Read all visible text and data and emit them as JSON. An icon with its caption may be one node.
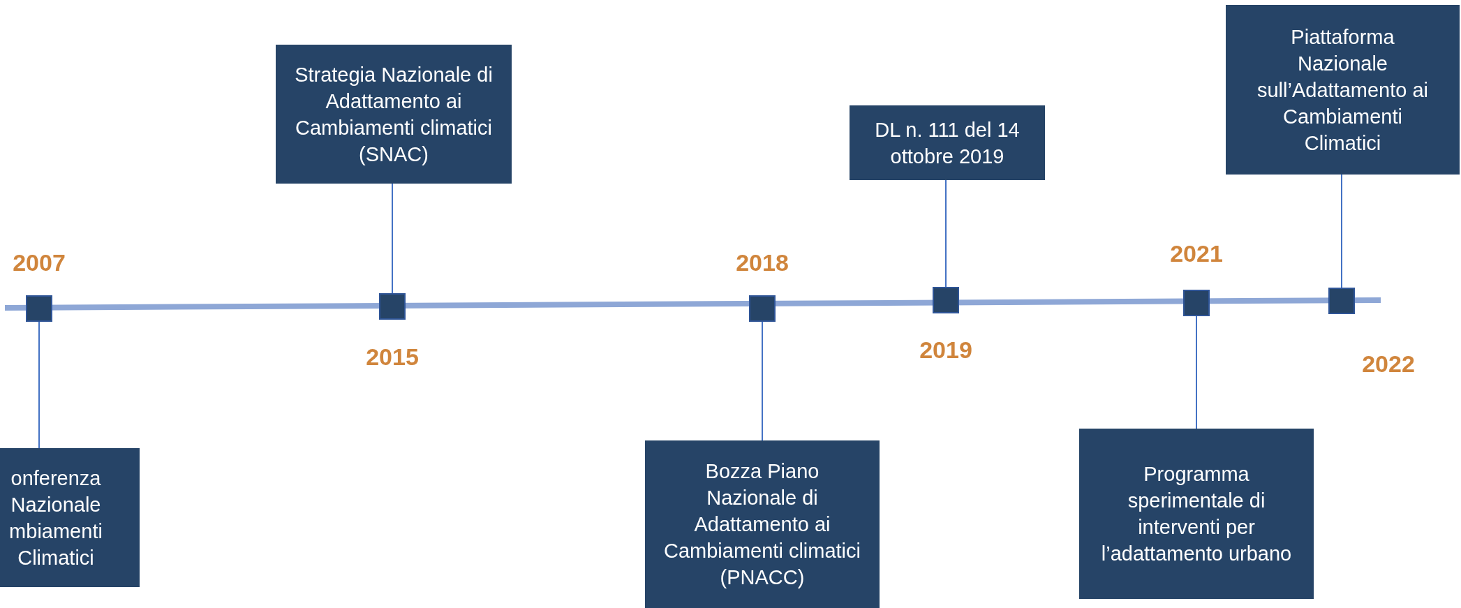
{
  "diagram": {
    "nodes": [
      {
        "text": [],
        "shape": "box",
        "beside": [
          "2007"
        ]
      },
      {
        "text": [
          "onferenza Nazionale mbiamenti Climatici"
        ]
      },
      {
        "text": [],
        "shape": "box",
        "beside": [
          "2015"
        ]
      },
      {
        "text": [
          "Strategia Nazionale di Adattamento ai Cambiamenti climatici (SNAC)"
        ]
      },
      {
        "text": [],
        "shape": "box",
        "beside": [
          "2018"
        ]
      },
      {
        "text": [
          "Bozza Piano Nazionale di Adattamento ai Cambiamenti climatici (PNACC)"
        ]
      },
      {
        "text": [],
        "shape": "box",
        "beside": [
          "2019"
        ]
      },
      {
        "text": [
          "DL n. 111 del 14 ottobre 2019"
        ]
      },
      {
        "text": [],
        "shape": "box",
        "beside": [
          "2021"
        ]
      },
      {
        "text": [
          "Programma sperimentale di interventi per l’adattamento urbano"
        ]
      },
      {
        "text": [],
        "shape": "box",
        "beside": [
          "2022"
        ]
      },
      {
        "text": [
          "Piattaforma Nazionale sull’Adattamento ai Cambiamenti Climatici"
        ]
      }
    ],
    "edges": [
      {
        "from": 1,
        "to": 0,
        "arrow": "none"
      },
      {
        "from": 3,
        "to": 2,
        "arrow": "none"
      },
      {
        "from": 5,
        "to": 4,
        "arrow": "none"
      },
      {
        "from": 7,
        "to": 6,
        "arrow": "none"
      },
      {
        "from": 9,
        "to": 8,
        "arrow": "none"
      },
      {
        "from": 11,
        "to": 10,
        "arrow": "none"
      }
    ]
  }
}
